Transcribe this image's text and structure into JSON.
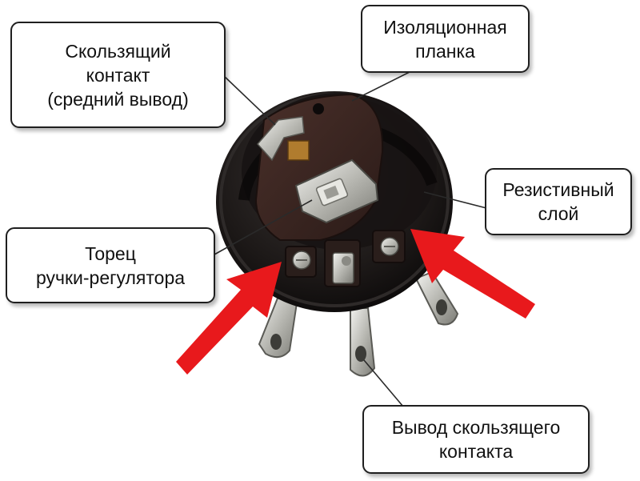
{
  "colors": {
    "arrow": "#e8191c",
    "body": "#1c1817",
    "plate": "#3b2622",
    "metal": "#c9c9c5",
    "callout_border": "#1f1f1f"
  },
  "callouts": {
    "slider_contact": {
      "line1": "Скользящий",
      "line2": "контакт",
      "line3": "(средний вывод)"
    },
    "insulating_plate": {
      "line1": "Изоляционная",
      "line2": "планка"
    },
    "resistive_layer": {
      "line1": "Резистивный",
      "line2": "слой"
    },
    "knob_face": {
      "line1": "Торец",
      "line2": "ручки-регулятора"
    },
    "slider_output": {
      "line1": "Вывод скользящего",
      "line2": "контакта"
    }
  },
  "icons": [
    "potentiometer-photo",
    "red-arrow-left",
    "red-arrow-right"
  ]
}
